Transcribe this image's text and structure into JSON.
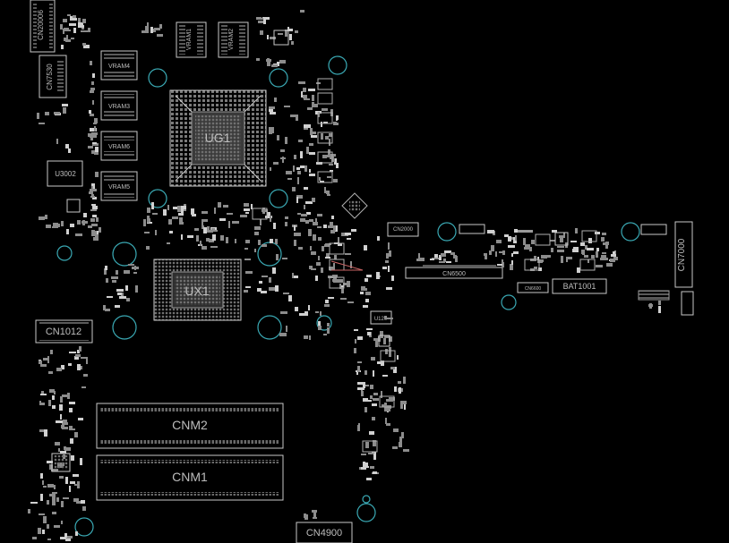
{
  "diagram": {
    "type": "pcb-boardview",
    "colors": {
      "background": "#000000",
      "outline": "#c8c8c8",
      "pad": "#8a8a8a",
      "label": "#bdbdbd",
      "mounting_hole": "#3aa9b4",
      "highlight": "#c86464"
    },
    "components": {
      "ug1": "UG1",
      "ux1": "UX1",
      "vram1": "VRAM1",
      "vram2": "VRAM2",
      "vram3": "VRAM3",
      "vram4": "VRAM4",
      "vram5": "VRAM5",
      "vram6": "VRAM6",
      "u3002": "U3002",
      "u120": "U120",
      "cn20006": "CN20006",
      "cn7530": "CN7530",
      "cn1012": "CN1012",
      "cnm1": "CNM1",
      "cnm2": "CNM2",
      "cn4900": "CN4900",
      "cn2000": "CN2000",
      "cn6500": "CN6500",
      "cn6600": "CN6600",
      "bat1001": "BAT1001",
      "cn7000": "CN7000"
    }
  }
}
